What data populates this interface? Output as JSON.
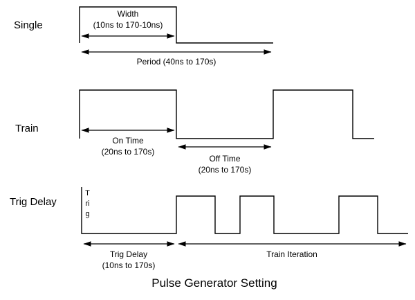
{
  "diagram": {
    "title": "Pulse Generator Setting",
    "background_color": "#ffffff",
    "line_color": "#000000",
    "rows": {
      "single": {
        "label": "Single",
        "width_label": "Width",
        "width_range": "(10ns to 170-10ns)",
        "period_label": "Period (40ns to 170s)"
      },
      "train": {
        "label": "Train",
        "on_time_label": "On Time",
        "on_time_range": "(20ns to 170s)",
        "off_time_label": "Off Time",
        "off_time_range": "(20ns to 170s)"
      },
      "trig_delay": {
        "label": "Trig Delay",
        "trig_marker": "Trig",
        "delay_label": "Trig Delay",
        "delay_range": "(10ns to 170s)",
        "iteration_label": "Train Iteration"
      }
    }
  }
}
